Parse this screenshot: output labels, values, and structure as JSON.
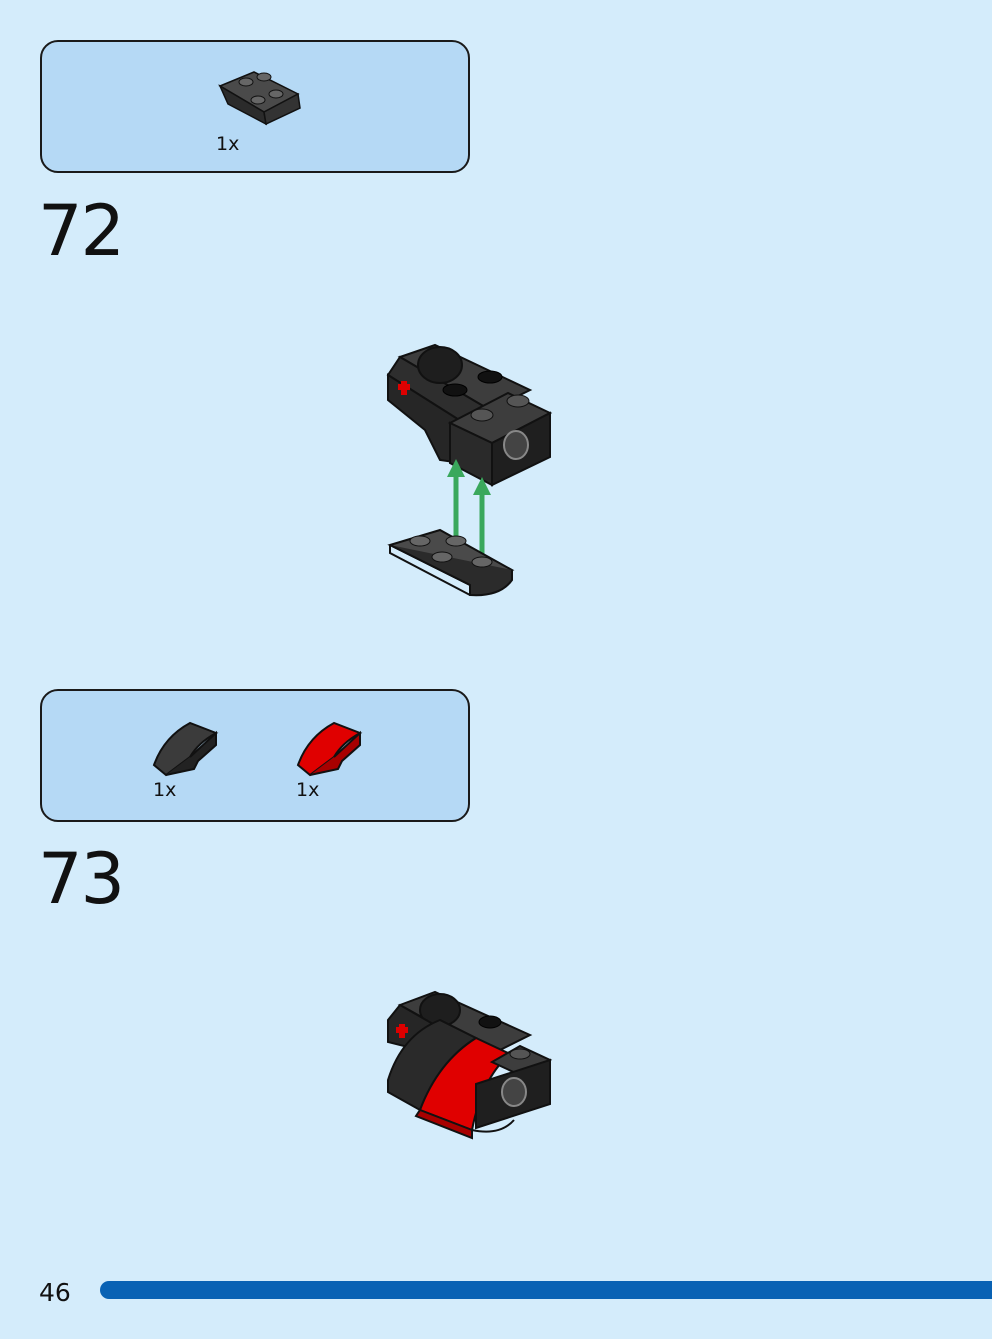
{
  "page": {
    "number": "46"
  },
  "steps": [
    {
      "number": "72",
      "parts": [
        {
          "quantity": "1x",
          "color": "#3b3b3b",
          "icon": "inverted-slope-plate-icon"
        }
      ]
    },
    {
      "number": "73",
      "parts": [
        {
          "quantity": "1x",
          "color": "#3b3b3b",
          "icon": "black-curved-slope-icon"
        },
        {
          "quantity": "1x",
          "color": "#e00000",
          "icon": "red-curved-slope-icon"
        }
      ]
    }
  ],
  "colors": {
    "background": "#d4ecfb",
    "parts_box": "#b5d9f5",
    "accent_bar": "#0962b4",
    "arrow": "#3aa85c"
  }
}
